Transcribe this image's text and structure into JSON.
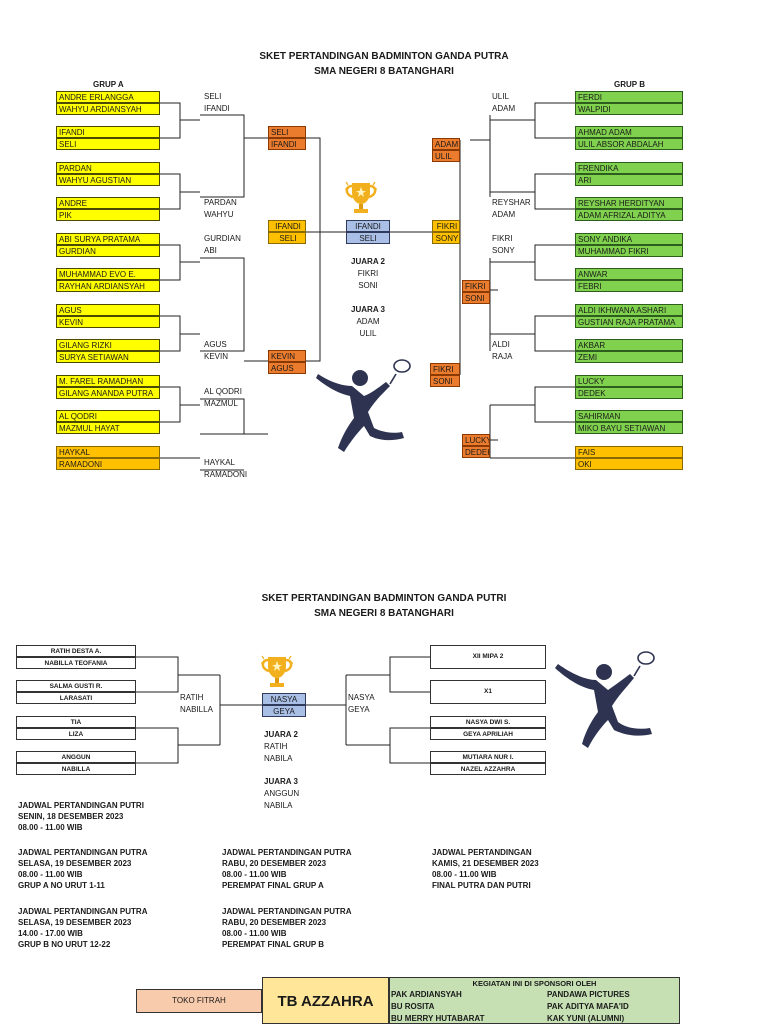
{
  "putra": {
    "title1": "SKET PERTANDINGAN BADMINTON GANDA PUTRA",
    "title2": "SMA NEGERI 8 BATANGHARI",
    "group_a_label": "GRUP A",
    "group_b_label": "GRUP B",
    "group_a": [
      [
        "ANDRE ERLANGGA",
        "WAHYU ARDIANSYAH"
      ],
      [
        "IFANDI",
        "SELI"
      ],
      [
        "PARDAN",
        "WAHYU AGUSTIAN"
      ],
      [
        "ANDRE",
        "PIK"
      ],
      [
        "ABI SURYA PRATAMA",
        "GURDIAN"
      ],
      [
        "MUHAMMAD EVO E.",
        "RAYHAN ARDIANSYAH"
      ],
      [
        "AGUS",
        "KEVIN"
      ],
      [
        "GILANG RIZKI",
        "SURYA SETIAWAN"
      ],
      [
        "M. FAREL RAMADHAN",
        "GILANG ANANDA PUTRA"
      ],
      [
        "AL QODRI",
        "MAZMUL HAYAT"
      ],
      [
        "HAYKAL",
        "RAMADONI"
      ]
    ],
    "group_b": [
      [
        "FERDI",
        "WALPIDI"
      ],
      [
        "AHMAD ADAM",
        "ULIL ABSOR ABDALAH"
      ],
      [
        "FRENDIKA",
        "ARI"
      ],
      [
        "REYSHAR HERDITYAN",
        "ADAM AFRIZAL ADITYA"
      ],
      [
        "SONY ANDIKA",
        "MUHAMMAD FIKRI"
      ],
      [
        "ANWAR",
        "FEBRI"
      ],
      [
        "ALDI IKHWANA ASHARI",
        "GUSTIAN RAJA PRATAMA"
      ],
      [
        "AKBAR",
        "ZEMI"
      ],
      [
        "LUCKY",
        "DEDEK"
      ],
      [
        "SAHIRMAN",
        "MIKO BAYU SETIAWAN"
      ],
      [
        "FAIS",
        "OKI"
      ]
    ],
    "a_r1": [
      [
        "SELI",
        "IFANDI"
      ],
      [
        "PARDAN",
        "WAHYU"
      ],
      [
        "GURDIAN",
        "ABI"
      ],
      [
        "AGUS",
        "KEVIN"
      ],
      [
        "AL QODRI",
        "MAZMUL"
      ],
      [
        "HAYKAL",
        "RAMADONI"
      ]
    ],
    "b_r1": [
      [
        "ULIL",
        "ADAM"
      ],
      [
        "REYSHAR",
        "ADAM"
      ],
      [
        "FIKRI",
        "SONY"
      ],
      [
        "ALDI",
        "RAJA"
      ]
    ],
    "a_r2": [
      [
        "SELI",
        "IFANDI"
      ],
      [
        "KEVIN",
        "AGUS"
      ]
    ],
    "a_semi": [
      "IFANDI",
      "SELI"
    ],
    "b_r2": [
      [
        "ADAM",
        "ULIL"
      ],
      [
        "FIKRI",
        "SONI"
      ],
      [
        "FIKRI",
        "SONI"
      ],
      [
        "LUCKY",
        "DEDEK"
      ]
    ],
    "b_semi": [
      "FIKRI",
      "SONY"
    ],
    "champion": [
      "IFANDI",
      "SELI"
    ],
    "juara2_label": "JUARA 2",
    "juara2": [
      "FIKRI",
      "SONI"
    ],
    "juara3_label": "JUARA 3",
    "juara3": [
      "ADAM",
      "ULIL"
    ]
  },
  "putri": {
    "title1": "SKET PERTANDINGAN BADMINTON GANDA PUTRI",
    "title2": "SMA NEGERI 8 BATANGHARI",
    "left": [
      [
        "RATIH DESTA A.",
        "NABILLA TEOFANIA"
      ],
      [
        "SALMA GUSTI R.",
        "LARASATI"
      ],
      [
        "TIA",
        "LIZA"
      ],
      [
        "ANGGUN",
        "NABILLA"
      ]
    ],
    "right": [
      [
        "XII MIPA 2"
      ],
      [
        "X1"
      ],
      [
        "NASYA DWI S.",
        "GEYA APRILIAH"
      ],
      [
        "MUTIARA NUR I.",
        "NAZEL AZZAHRA"
      ]
    ],
    "left_semi": [
      "RATIH",
      "NABILLA"
    ],
    "right_semi": [
      "NASYA",
      "GEYA"
    ],
    "champion": [
      "NASYA",
      "GEYA"
    ],
    "juara2_label": "JUARA 2",
    "juara2": [
      "RATIH",
      "NABILA"
    ],
    "juara3_label": "JUARA 3",
    "juara3": [
      "ANGGUN",
      "NABILA"
    ]
  },
  "schedule": [
    [
      "JADWAL PERTANDINGAN PUTRI",
      "SENIN, 18 DESEMBER 2023",
      "08.00 - 11.00 WIB"
    ],
    [
      "JADWAL PERTANDINGAN PUTRA",
      "SELASA, 19 DESEMBER 2023",
      "08.00 - 11.00 WIB",
      "GRUP A NO URUT 1-11"
    ],
    [
      "JADWAL PERTANDINGAN PUTRA",
      "SELASA, 19 DESEMBER 2023",
      "14.00 - 17.00 WIB",
      "GRUP B NO URUT 12-22"
    ],
    [
      "JADWAL PERTANDINGAN PUTRA",
      "RABU, 20 DESEMBER 2023",
      "08.00 - 11.00 WIB",
      "PEREMPAT FINAL GRUP A"
    ],
    [
      "JADWAL PERTANDINGAN PUTRA",
      "RABU, 20 DESEMBER 2023",
      "08.00 - 11.00 WIB",
      "PEREMPAT FINAL GRUP B"
    ],
    [
      "JADWAL PERTANDINGAN",
      "KAMIS, 21 DESEMBER 2023",
      "08.00 - 11.00 WIB",
      "FINAL PUTRA DAN PUTRI"
    ]
  ],
  "sponsor": {
    "toko": "TOKO FITRAH",
    "tb": "TB AZZAHRA",
    "header": "KEGIATAN INI DI SPONSORI OLEH",
    "col1": [
      "PAK ARDIANSYAH",
      "BU ROSITA",
      "BU MERRY HUTABARAT"
    ],
    "col2": [
      "PANDAWA PICTURES",
      "PAK ADITYA MAFA'ID",
      "KAK YUNI (ALUMNI)"
    ]
  },
  "icons": [
    "trophy-icon",
    "badminton-player-icon"
  ],
  "colors": {
    "grupA": "#ffff00",
    "grupB": "#7fd14e",
    "bye": "#ffc000",
    "advance": "#eb7c2d",
    "champion": "#a9bfe6",
    "sponsorLeft": "#f8cbad",
    "sponsorMid": "#ffe699",
    "sponsorRight": "#c6e0b4"
  }
}
